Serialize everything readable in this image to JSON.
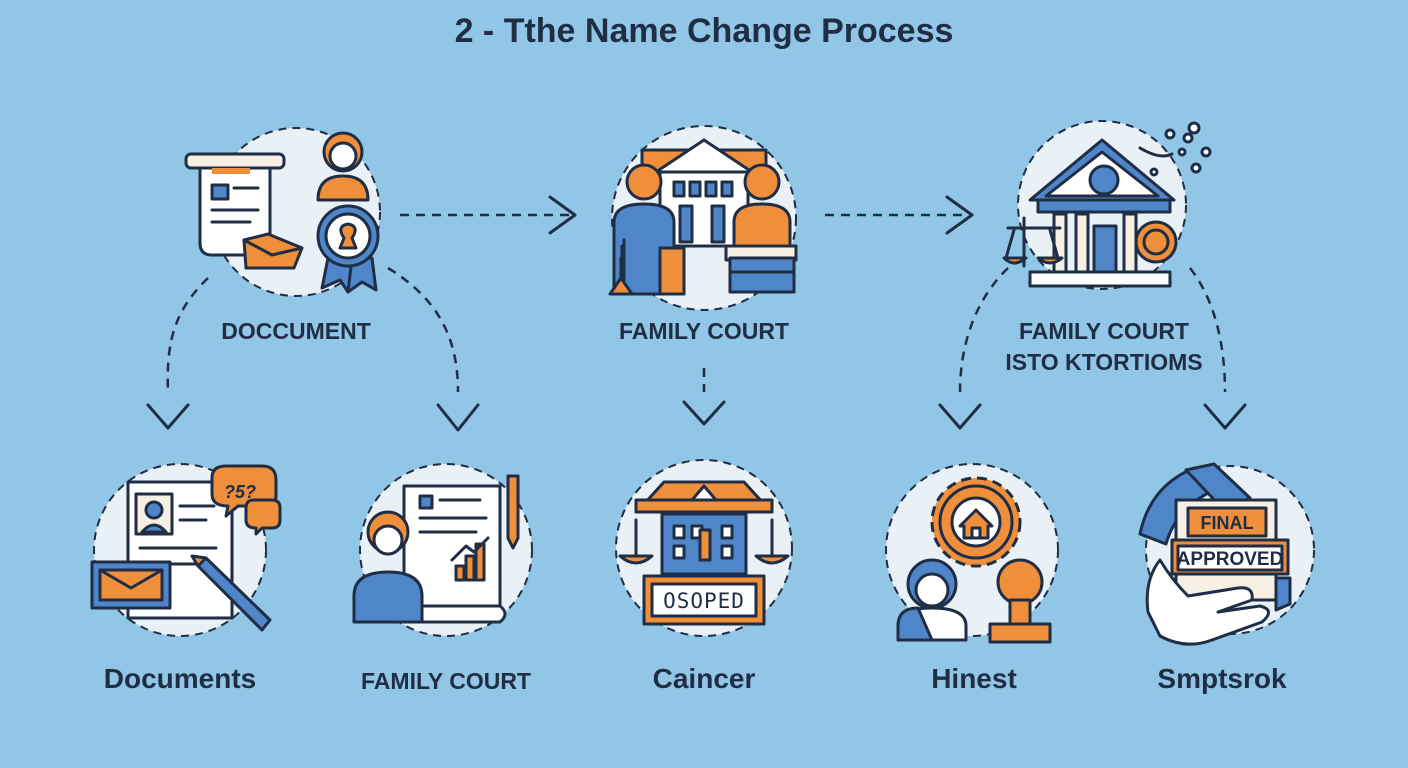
{
  "title": "2 - Tthe Name Change Process",
  "colors": {
    "background": "#92c6e6",
    "navy": "#1f2d45",
    "orange": "#ef8f3c",
    "blue": "#4f86c9",
    "circle": "#e9f1f7"
  },
  "top_nodes": [
    {
      "label": "DOCCUMENT",
      "icon": "document-certificate-icon"
    },
    {
      "label": "FAMILY COURT",
      "icon": "family-court-icon"
    },
    {
      "label": "FAMILY COURT",
      "label2": "ISTO KTORTIOMS",
      "icon": "courthouse-scales-icon"
    }
  ],
  "bottom_nodes": [
    {
      "label": "Documents",
      "icon": "documents-icon"
    },
    {
      "label": "FAMILY COURT",
      "icon": "person-document-icon"
    },
    {
      "label": "Caincer",
      "icon": "court-building-icon",
      "sign": "OSOPED"
    },
    {
      "label": "Hinest",
      "icon": "person-stamp-icon"
    },
    {
      "label": "Smptsrok",
      "icon": "approved-hand-icon",
      "badge1": "FINAL",
      "badge2": "APPROVED"
    }
  ]
}
